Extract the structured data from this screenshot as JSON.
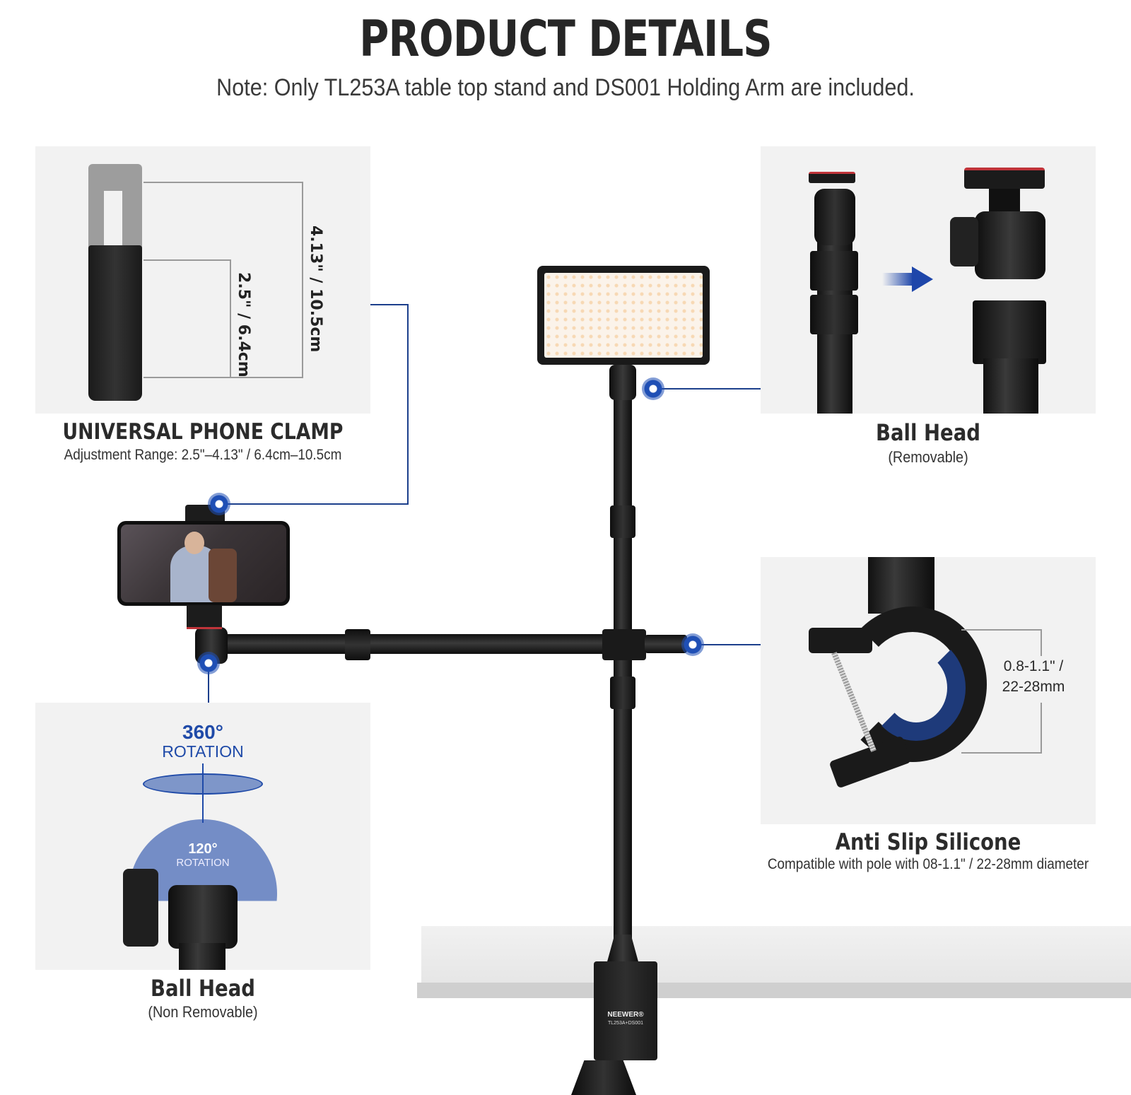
{
  "header": {
    "title": "PRODUCT DETAILS",
    "note": "Note: Only TL253A table top stand and DS001 Holding Arm are included."
  },
  "panels": {
    "phone_clamp": {
      "title": "UNIVERSAL PHONE CLAMP",
      "subtitle": "Adjustment Range: 2.5\"–4.13\" / 6.4cm–10.5cm",
      "dim_small": "2.5\" / 6.4cm",
      "dim_large": "4.13\" / 10.5cm"
    },
    "ball_head_removable": {
      "title": "Ball Head",
      "subtitle": "(Removable)"
    },
    "anti_slip": {
      "title": "Anti Slip Silicone",
      "subtitle": "Compatible with pole with 08-1.1\" / 22-28mm diameter",
      "dim_line1": "0.8-1.1\" /",
      "dim_line2": "22-28mm"
    },
    "ball_head_fixed": {
      "title": "Ball Head",
      "subtitle": "(Non Removable)",
      "rotation_main_value": "360°",
      "rotation_main_label": "ROTATION",
      "rotation_tilt_value": "120°",
      "rotation_tilt_label": "ROTATION"
    }
  },
  "product": {
    "brand": "NEEWER®",
    "model": "TL253A+DS001"
  },
  "colors": {
    "accent_blue": "#1c3f8c",
    "panel_bg": "#f2f2f2",
    "text_dark": "#2a2a2a"
  }
}
